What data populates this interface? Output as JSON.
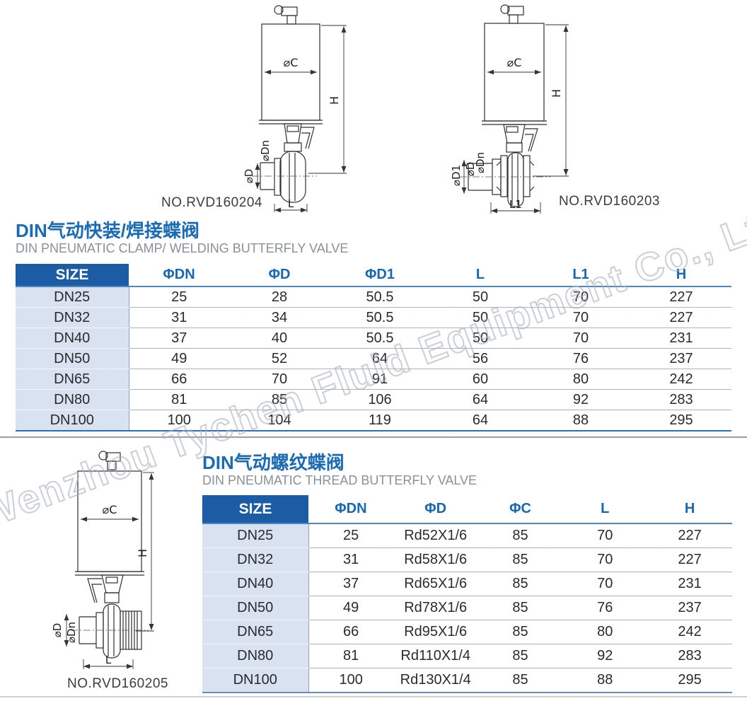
{
  "watermark": "Wenzhou Tychen Fluid Equipment Co., Ltd.",
  "drawings": {
    "clamp_welding": {
      "part_no": "NO.RVD160204",
      "dim_c": "⌀C",
      "dim_h": "H",
      "dim_d": "⌀D",
      "dim_dn": "⌀Dn",
      "dim_l": "L"
    },
    "clamp": {
      "part_no": "NO.RVD160203",
      "dim_c": "⌀C",
      "dim_h": "H",
      "dim_d1": "⌀D1",
      "dim_d": "⌀D",
      "dim_dn": "⌀Dn",
      "dim_l1": "L1"
    },
    "thread": {
      "part_no": "NO.RVD160205",
      "dim_c": "⌀C",
      "dim_h": "H",
      "dim_d": "⌀D",
      "dim_dn": "⌀Dn",
      "dim_l": "L"
    }
  },
  "section1": {
    "title": "DIN气动快装/焊接蝶阀",
    "subtitle": "DIN PNEUMATIC CLAMP/ WELDING BUTTERFLY VALVE",
    "table": {
      "headers": [
        "SIZE",
        "ΦDN",
        "ΦD",
        "ΦD1",
        "L",
        "L1",
        "H"
      ],
      "rows": [
        [
          "DN25",
          "25",
          "28",
          "50.5",
          "50",
          "70",
          "227"
        ],
        [
          "DN32",
          "31",
          "34",
          "50.5",
          "50",
          "70",
          "227"
        ],
        [
          "DN40",
          "37",
          "40",
          "50.5",
          "50",
          "70",
          "231"
        ],
        [
          "DN50",
          "49",
          "52",
          "64",
          "56",
          "76",
          "237"
        ],
        [
          "DN65",
          "66",
          "70",
          "91",
          "60",
          "80",
          "242"
        ],
        [
          "DN80",
          "81",
          "85",
          "106",
          "64",
          "92",
          "283"
        ],
        [
          "DN100",
          "100",
          "104",
          "119",
          "64",
          "88",
          "295"
        ]
      ]
    }
  },
  "section2": {
    "title": "DIN气动螺纹蝶阀",
    "subtitle": "DIN PNEUMATIC THREAD BUTTERFLY VALVE",
    "table": {
      "headers": [
        "SIZE",
        "ΦDN",
        "ΦD",
        "ΦC",
        "L",
        "H"
      ],
      "rows": [
        [
          "DN25",
          "25",
          "Rd52X1/6",
          "85",
          "70",
          "227"
        ],
        [
          "DN32",
          "31",
          "Rd58X1/6",
          "85",
          "70",
          "227"
        ],
        [
          "DN40",
          "37",
          "Rd65X1/6",
          "85",
          "70",
          "231"
        ],
        [
          "DN50",
          "49",
          "Rd78X1/6",
          "85",
          "76",
          "237"
        ],
        [
          "DN65",
          "66",
          "Rd95X1/6",
          "85",
          "80",
          "242"
        ],
        [
          "DN80",
          "81",
          "Rd110X1/4",
          "85",
          "92",
          "283"
        ],
        [
          "DN100",
          "100",
          "Rd130X1/4",
          "85",
          "88",
          "295"
        ]
      ]
    }
  },
  "colors": {
    "accent_blue": "#1a6ab4",
    "header_bg": "#1b5ca5",
    "size_column_bg": "#d8e2f1",
    "subtitle_gray": "#8a9097"
  }
}
